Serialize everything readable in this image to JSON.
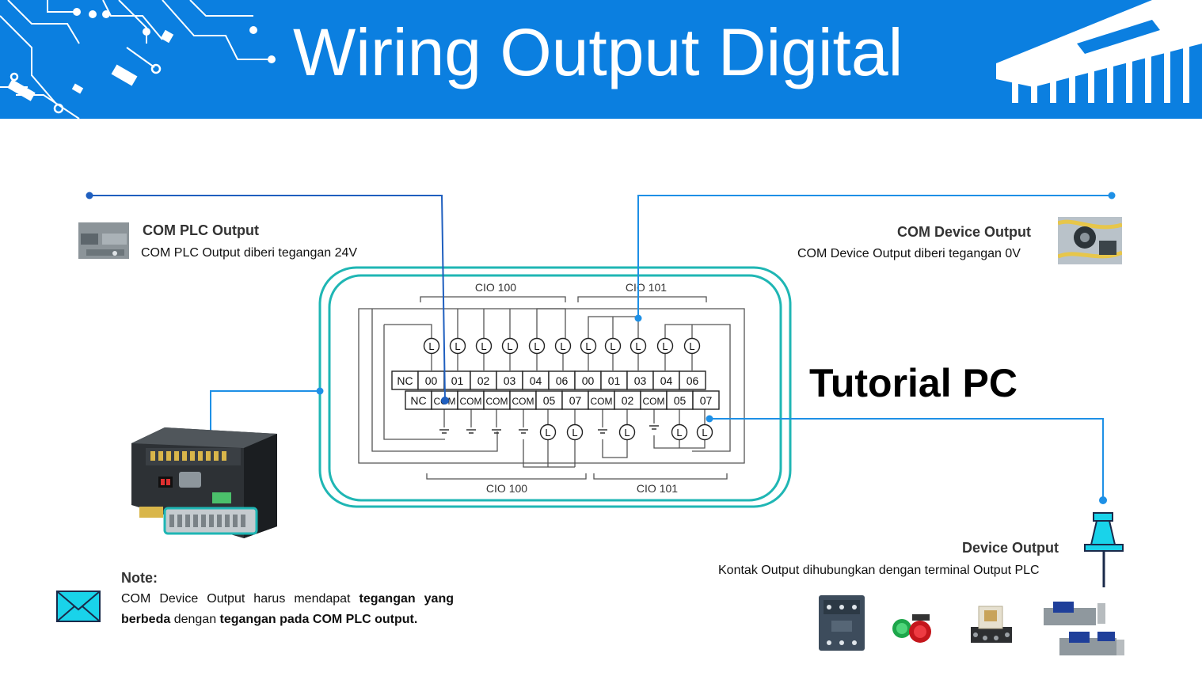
{
  "header": {
    "title": "Wiring Output Digital"
  },
  "annotations": {
    "com_plc": {
      "title": "COM PLC Output",
      "desc": "COM PLC Output diberi tegangan 24V"
    },
    "com_device": {
      "title": "COM Device Output",
      "desc": "COM Device Output diberi tegangan 0V"
    },
    "device_output": {
      "title": "Device Output",
      "desc": "Kontak Output dihubungkan dengan terminal Output PLC"
    }
  },
  "brand": "Tutorial PC",
  "note": {
    "heading": "Note:",
    "body_1": "COM Device Output harus mendapat ",
    "body_bold_1": "tegangan yang berbeda",
    "body_2": " dengan ",
    "body_bold_2": "tegangan pada COM PLC output."
  },
  "diagram": {
    "group_top_left": "CIO 100",
    "group_top_right": "CIO 101",
    "group_bottom_left": "CIO 100",
    "group_bottom_right": "CIO 101",
    "top_row": [
      "NC",
      "00",
      "01",
      "02",
      "03",
      "04",
      "06",
      "00",
      "01",
      "03",
      "04",
      "06"
    ],
    "bottom_row": [
      "NC",
      "COM",
      "COM",
      "COM",
      "COM",
      "05",
      "07",
      "COM",
      "02",
      "COM",
      "05",
      "07"
    ],
    "load_label": "L"
  },
  "colors": {
    "banner": "#0b7fe0",
    "teal": "#1fb6b4",
    "callout": "#1f5fbf",
    "callout_light": "#1e90e6"
  }
}
